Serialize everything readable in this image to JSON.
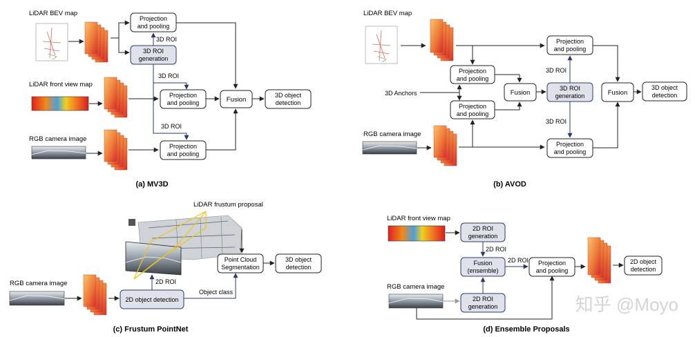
{
  "watermark": "知乎 @Moyo",
  "colors": {
    "box_stroke": "#222222",
    "roi_fill": "#dfe2ea",
    "roi_stroke": "#2b3a6b",
    "arrow_blue": "#2b3a6b",
    "arrow_gray": "#999999",
    "feat_light": "#f7b860",
    "feat_dark": "#d8302a"
  },
  "panel_a": {
    "caption": "(a) MV3D",
    "in_bev": "LiDAR BEV map",
    "in_front": "LiDAR front view map",
    "in_rgb": "RGB camera image",
    "proj_top": [
      "Projection",
      "and pooling"
    ],
    "roi_gen": [
      "3D ROI",
      "generation"
    ],
    "proj_mid": [
      "Projection",
      "and pooling"
    ],
    "proj_bot": [
      "Projection",
      "and pooling"
    ],
    "fusion": "Fusion",
    "detection": [
      "3D object",
      "detection"
    ],
    "label_roi_1": "3D ROI",
    "label_roi_2": "3D ROI",
    "label_roi_3": "3D ROI"
  },
  "panel_b": {
    "caption": "(b) AVOD",
    "in_bev": "LiDAR BEV map",
    "in_anchors": "3D Anchors",
    "in_rgb": "RGB camera image",
    "proj_l1": [
      "Projection",
      "and pooling"
    ],
    "proj_l2": [
      "Projection",
      "and pooling"
    ],
    "fusion_1": "Fusion",
    "roi_gen": [
      "3D ROI",
      "generation"
    ],
    "proj_r1": [
      "Projection",
      "and pooling"
    ],
    "proj_r2": [
      "Projection",
      "and pooling"
    ],
    "fusion_2": "Fusion",
    "detection": [
      "3D object",
      "detection"
    ],
    "label_roi_up": "3D ROI",
    "label_roi_down": "3D ROI"
  },
  "panel_c": {
    "caption": "(c) Frustum PointNet",
    "in_rgb": "RGB camera image",
    "frustum_label": "LiDAR frustum proposal",
    "det2d": "2D object detection",
    "label_roi": "2D ROI",
    "label_class": "Object class",
    "segmentation": [
      "Point Cloud",
      "Segmentation"
    ],
    "detection": [
      "3D object",
      "detection"
    ]
  },
  "panel_d": {
    "caption": "(d) Ensemble Proposals",
    "in_front": "LiDAR front view map",
    "in_rgb": "RGB camera image",
    "roi_top": [
      "2D ROI",
      "generation"
    ],
    "fusion": [
      "Fusion",
      "(ensemble)"
    ],
    "roi_bot": [
      "2D ROI",
      "generation"
    ],
    "proj": [
      "Projection",
      "and pooling"
    ],
    "detection": [
      "2D object",
      "detection"
    ],
    "label_roi_1": "2D ROI",
    "label_roi_2": "2D ROI"
  }
}
